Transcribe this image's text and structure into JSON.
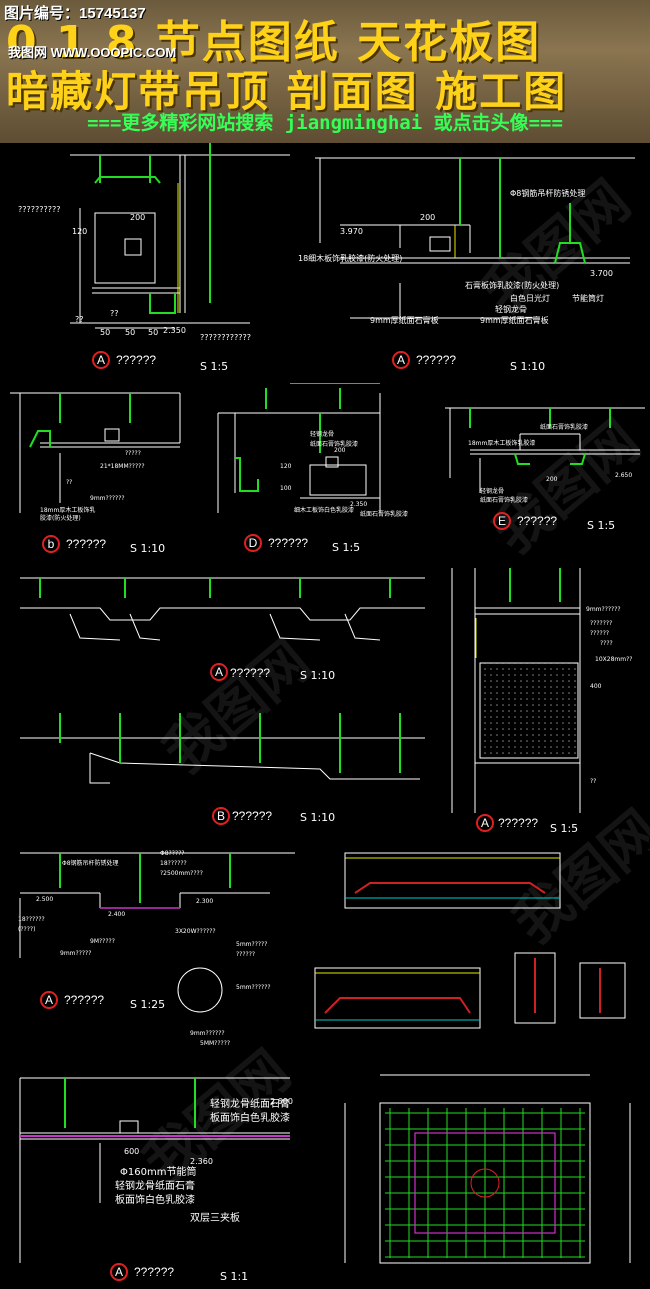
{
  "banner": {
    "id_text": "图片编号：15745137",
    "site_text": "我图网 WWW.OOOPIC.COM",
    "title_line1": "0 1 8 节点图纸 天花板图",
    "title_line2": "暗藏灯带吊顶 剖面图 施工图",
    "tagline": "===更多精彩网站搜索 jiangminghai 或点击头像==="
  },
  "watermark": "我图网",
  "colors": {
    "line": "#ffffff",
    "green": "#22dd22",
    "red": "#e02020",
    "yellow": "#e8e800",
    "magenta": "#cc33cc",
    "cyan": "#00cccc",
    "banner_title": "#ffd21a",
    "tagline": "#33ff55"
  },
  "p1": {
    "dims": [
      "??????????",
      "200",
      "120",
      "50",
      "50",
      "50",
      "2.350",
      "????????????",
      "??",
      "??"
    ],
    "badge": "A",
    "title": "??????",
    "scale": "S 1:5"
  },
  "p2": {
    "dims": [
      "Φ8钢筋吊杆防锈处理",
      "3.970",
      "200",
      "18细木板饰乳胶漆(防火处理)",
      "石膏板饰乳胶漆(防火处理)",
      "白色日光灯",
      "轻钢龙骨",
      "9mm厚纸面石膏板",
      "9mm厚纸面石膏板",
      "节能筒灯",
      "3.700"
    ],
    "badge": "A",
    "title": "??????",
    "scale": "S 1:10"
  },
  "p3": {
    "dims": [
      "?????",
      "21*18MM?????",
      "??",
      "18mm厚木工板饰乳",
      "胶漆(防火处理)",
      "9mm??????"
    ],
    "badge": "b",
    "title": "??????",
    "scale": "S 1:10"
  },
  "p4": {
    "dims": [
      "轻钢龙骨",
      "纸面石膏饰乳胶漆",
      "200",
      "120",
      "100",
      "细木工板饰白色乳胶漆",
      "2.350",
      "纸面石膏饰乳胶漆"
    ],
    "badge": "D",
    "title": "??????",
    "scale": "S 1:5"
  },
  "p5": {
    "dims": [
      "18mm厚木工板饰乳胶漆",
      "纸面石膏饰乳胶漆",
      "200",
      "2.650",
      "轻钢龙骨",
      "纸面石膏饰乳胶漆"
    ],
    "badge": "E",
    "title": "??????",
    "scale": "S 1:5"
  },
  "p6": {
    "badge": "A",
    "title": "??????",
    "scale": "S 1:10"
  },
  "p7": {
    "badge": "B",
    "title": "??????",
    "scale": "S 1:10"
  },
  "p8": {
    "dims": [
      "9mm??????",
      "???????",
      "??????",
      "????",
      "10X28mm??",
      "400",
      "??"
    ],
    "badge": "A",
    "title": "??????",
    "scale": "S 1:5"
  },
  "p9": {
    "dims": [
      "Φ8钢筋吊杆防锈处理",
      "Φ8?????",
      "18??????",
      "?2500mm????",
      "2.500",
      "2.400",
      "2.300",
      "18??????",
      "(????)",
      "9M?????",
      "9mm?????",
      "3X20W??????",
      "5mm?????",
      "??????",
      "5mm??????",
      "9mm??????",
      "5MM?????"
    ],
    "badge": "A",
    "title": "??????",
    "scale": "S 1:25"
  },
  "p10": {
    "dims": [
      "2.600",
      "轻钢龙骨纸面石膏",
      "板面饰白色乳胶漆",
      "600",
      "2.360",
      "Φ160mm节能筒",
      "轻钢龙骨纸面石膏",
      "板面饰白色乳胶漆",
      "双层三夹板"
    ],
    "badge": "A",
    "title": "??????",
    "scale": "S 1:1"
  }
}
